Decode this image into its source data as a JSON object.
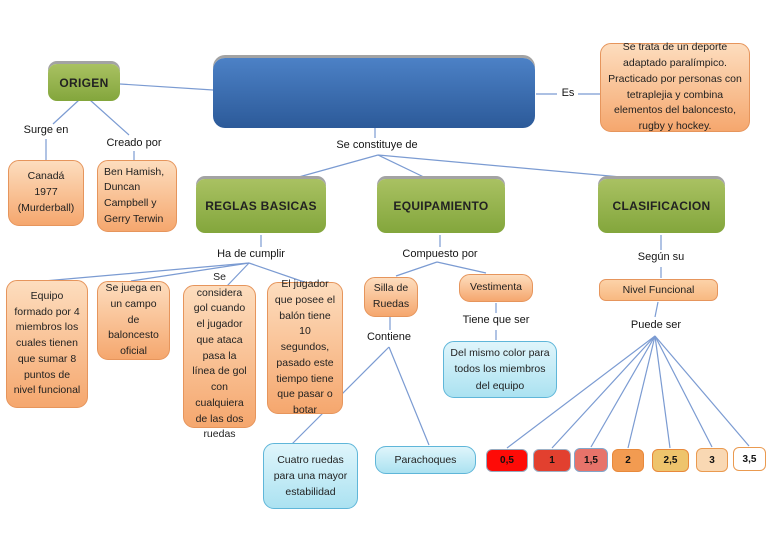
{
  "diagram_title": "",
  "colors": {
    "connector": "#7b9bd2",
    "green_node": "#94b054",
    "blue_node_top": "#4c81c6",
    "blue_node_bottom": "#2c5a99",
    "orange_fill": "#f5a76e",
    "orange_border": "#e6955c",
    "lightblue_border": "#5fb6d9",
    "shadow_gray": "#a3a3a3"
  },
  "nodes": {
    "origen": "ORIGEN",
    "main_topic": "",
    "descripcion": "Se trata de un deporte adaptado paralímpico. Practicado por personas con tetraplejia y combina elementos del baloncesto, rugby y hockey.",
    "canada": "Canadá  1977 (Murderball)",
    "creadores": "Ben Hamish, Duncan Campbell y Gerry Terwin",
    "reglas_basicas": "REGLAS BASICAS",
    "equipamiento": "EQUIPAMIENTO",
    "clasificacion": "CLASIFICACION",
    "regla_equipo": "Equipo formado por 4 miembros los cuales tienen que sumar 8 puntos de nivel funcional",
    "regla_campo": "Se juega en un campo de baloncesto oficial",
    "regla_gol": "Se considera gol cuando el jugador que ataca pasa la línea de gol con cualquiera de las dos ruedas",
    "regla_tiempo": "El jugador que posee el balón tiene 10 segundos, pasado este tiempo tiene que pasar o botar",
    "silla_de_ruedas": "Silla de Ruedas",
    "vestimenta": "Vestimenta",
    "vestimenta_detalle": "Del mismo color para todos los miembros del equipo",
    "ruedas_detalle": "Cuatro ruedas para una mayor estabilidad",
    "parachoques": "Parachoques",
    "nivel_funcional": "Nivel Funcional"
  },
  "labels": {
    "surge_en": "Surge en",
    "creado_por": "Creado por",
    "es": "Es",
    "se_constituye_de": "Se constituye de",
    "ha_de_cumplir": "Ha de cumplir",
    "compuesto_por": "Compuesto por",
    "contiene": "Contiene",
    "tiene_que_ser": "Tiene que ser",
    "segun_su": "Según su",
    "puede_ser": "Puede ser"
  },
  "classification_levels": [
    {
      "label": "0,5",
      "fill": "#fe0b07",
      "border": "#96aabf"
    },
    {
      "label": "1",
      "fill": "#e2402f",
      "border": "#9db1c6"
    },
    {
      "label": "1,5",
      "fill": "#e7736a",
      "border": "#82a5c9"
    },
    {
      "label": "2",
      "fill": "#f29b51",
      "border": "#e8893b"
    },
    {
      "label": "2,5",
      "fill": "#eec46c",
      "border": "#e8893b"
    },
    {
      "label": "3",
      "fill": "#f9d8b3",
      "border": "#ea9a50"
    },
    {
      "label": "3,5",
      "fill": "#ffffff",
      "border": "#ea9a50"
    }
  ]
}
